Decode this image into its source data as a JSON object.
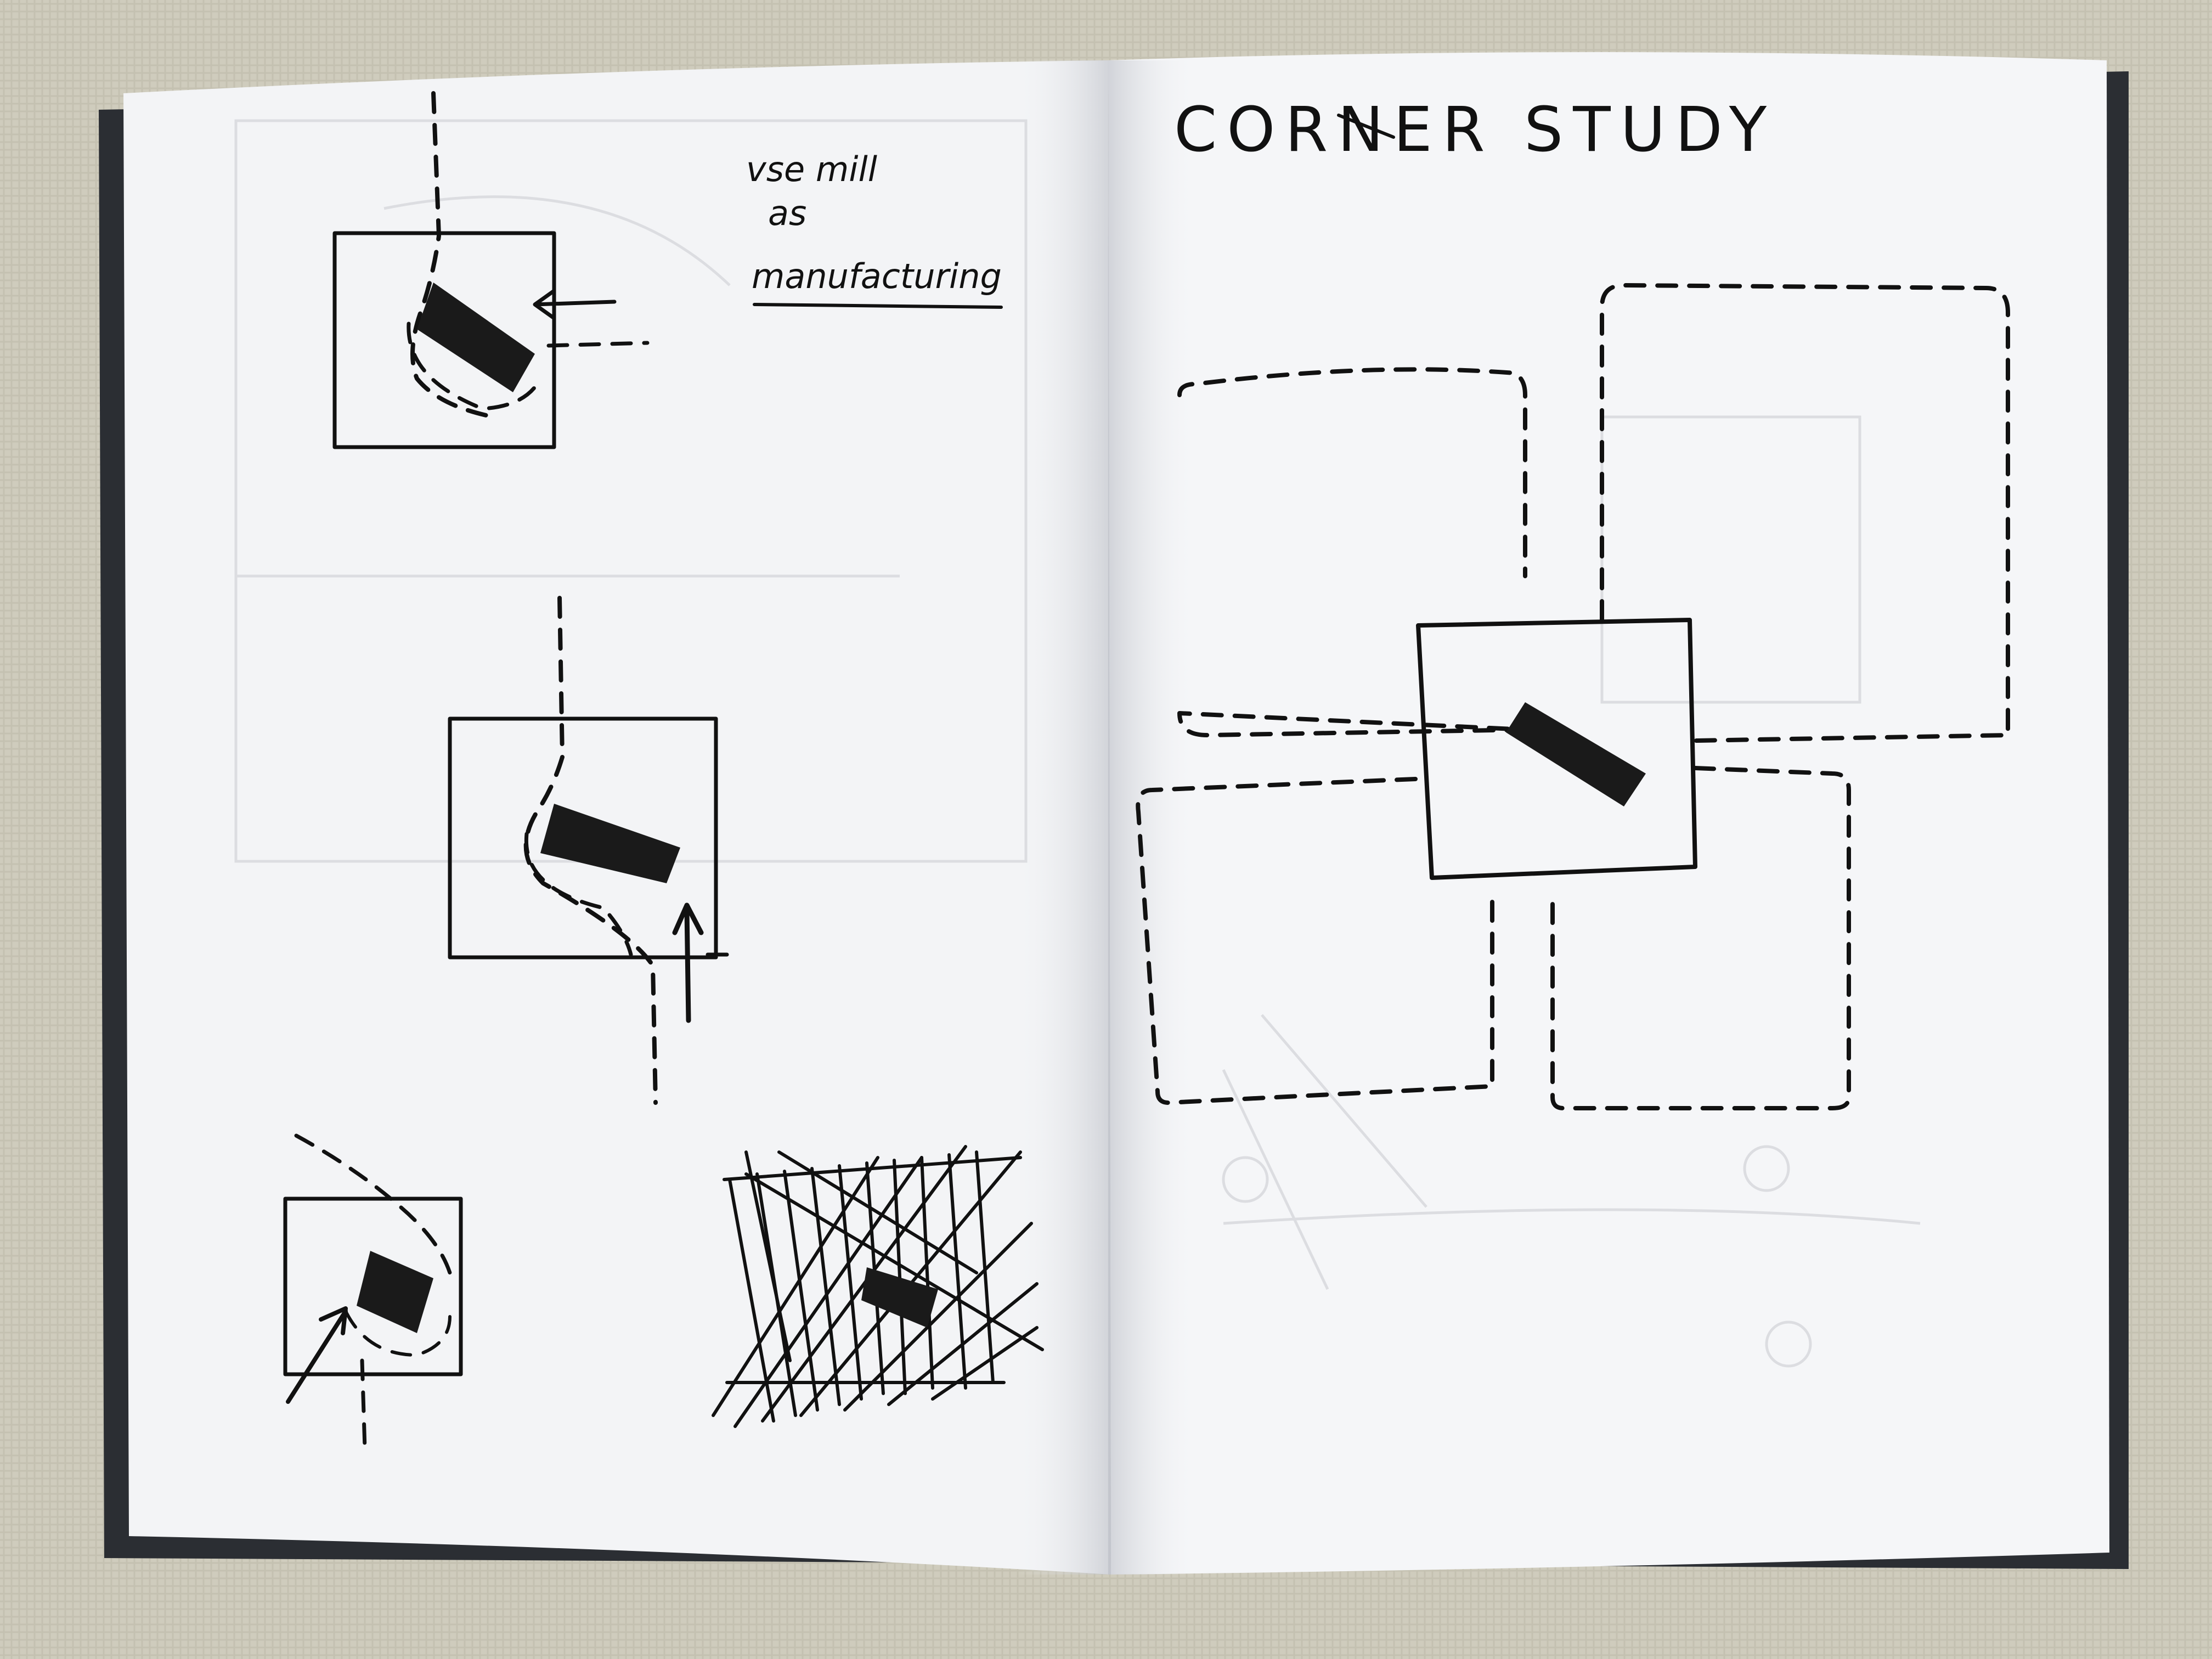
{
  "notebook": {
    "left_page": {
      "note_lines": [
        "vse mill",
        "as",
        "manufacturing"
      ]
    },
    "right_page": {
      "title": "CORNER STUDY"
    }
  },
  "colors": {
    "background_fabric": "#cfccbd",
    "paper": "#f2f3f5",
    "ink": "#111111",
    "cover": "#2b2e33",
    "ghost_lines": "#d9dadd"
  }
}
